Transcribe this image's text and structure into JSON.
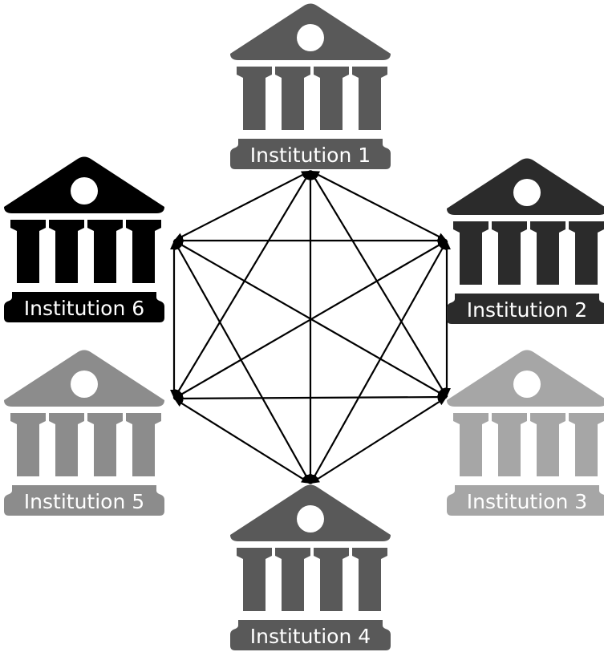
{
  "diagram": {
    "institutions": [
      {
        "id": 1,
        "label": "Institution 1",
        "color": "#595959"
      },
      {
        "id": 2,
        "label": "Institution 2",
        "color": "#2b2b2b"
      },
      {
        "id": 3,
        "label": "Institution 3",
        "color": "#a6a6a6"
      },
      {
        "id": 4,
        "label": "Institution 4",
        "color": "#595959"
      },
      {
        "id": 5,
        "label": "Institution 5",
        "color": "#8c8c8c"
      },
      {
        "id": 6,
        "label": "Institution 6",
        "color": "#000000"
      }
    ],
    "connections": "fully-connected",
    "edge_color": "#000000",
    "label_text_color": "#ffffff"
  }
}
